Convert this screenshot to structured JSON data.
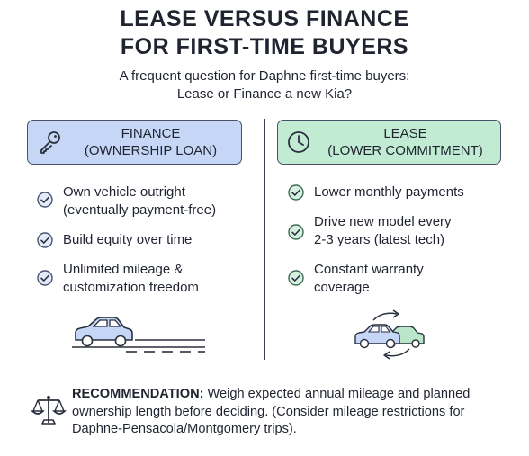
{
  "title": {
    "line1": "LEASE VERSUS FINANCE",
    "line2": "FOR FIRST-TIME BUYERS"
  },
  "subtitle": {
    "line1": "A frequent question for Daphne first-time buyers:",
    "line2": "Lease or Finance a new Kia?"
  },
  "finance": {
    "heading_line1": "FINANCE",
    "heading_line2": "(OWNERSHIP LOAN)",
    "icon": "key-icon",
    "accent_color": "#c5d6f6",
    "items": [
      {
        "line1": "Own vehicle outright",
        "line2": "(eventually payment-free)"
      },
      {
        "line1": "Build equity over time",
        "line2": ""
      },
      {
        "line1": "Unlimited mileage &",
        "line2": "customization freedom"
      }
    ],
    "illustration": "car-on-road-icon"
  },
  "lease": {
    "heading_line1": "LEASE",
    "heading_line2": "(LOWER COMMITMENT)",
    "icon": "clock-icon",
    "accent_color": "#c1ebd2",
    "items": [
      {
        "line1": "Lower monthly payments",
        "line2": ""
      },
      {
        "line1": "Drive new model every",
        "line2": "2-3 years (latest tech)"
      },
      {
        "line1": "Constant warranty",
        "line2": "coverage"
      }
    ],
    "illustration": "car-swap-icon"
  },
  "recommendation": {
    "label": "RECOMMENDATION:",
    "text": " Weigh expected annual mileage and planned ownership length before deciding. (Consider mileage restrictions for Daphne-Pensacola/Montgomery trips).",
    "icon": "scale-icon"
  }
}
